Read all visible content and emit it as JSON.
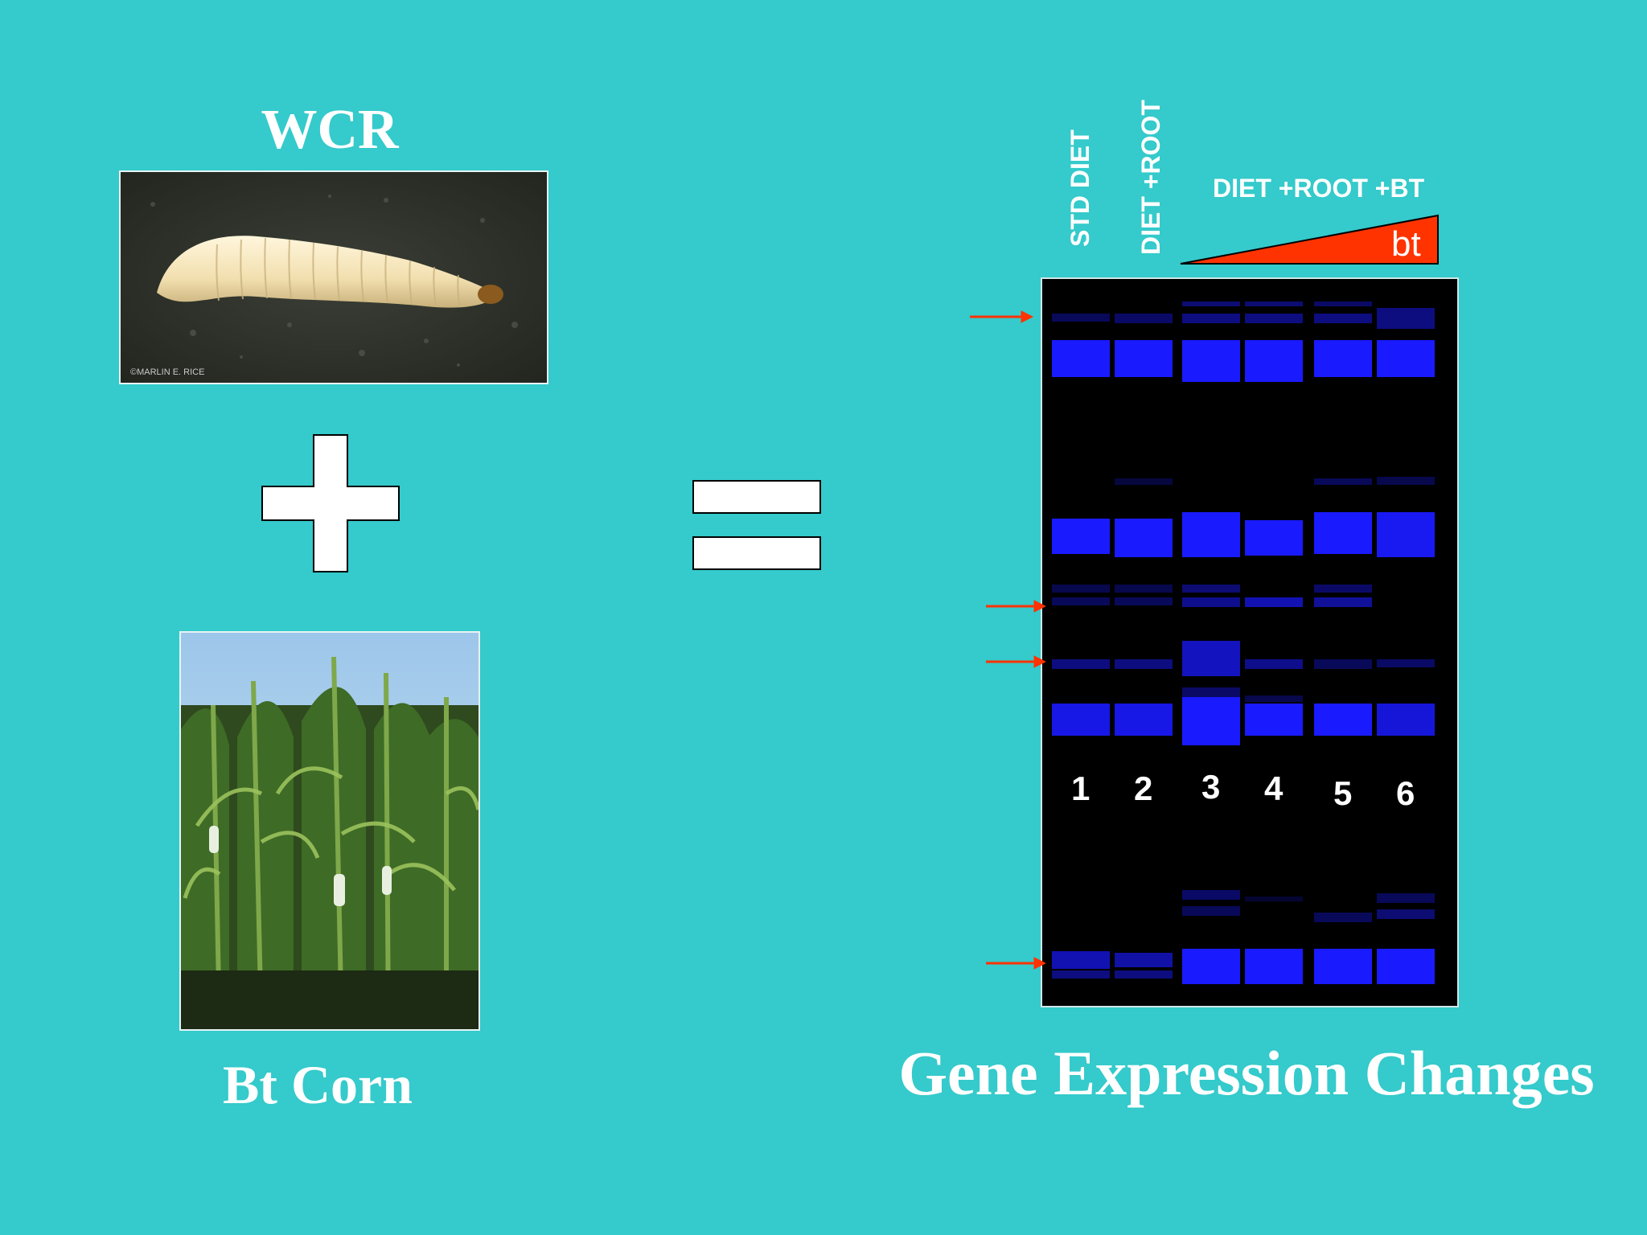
{
  "slide": {
    "background_color": "#35CACB",
    "left_top_title": "WCR",
    "left_bottom_label": "Bt Corn",
    "right_title": "Gene Expression Changes",
    "wcr_photo_credit": "©MARLIN E. RICE"
  },
  "gel": {
    "lane_labels": {
      "std": "STD DIET",
      "root": "DIET +ROOT",
      "bt_group": "DIET +ROOT +BT"
    },
    "wedge_label": "bt",
    "wedge_color": "#FF3300",
    "arrow_color": "#FF3300",
    "band_color": "#1A1AFF",
    "lane_numbers": [
      "1",
      "2",
      "3",
      "4",
      "5",
      "6"
    ]
  }
}
